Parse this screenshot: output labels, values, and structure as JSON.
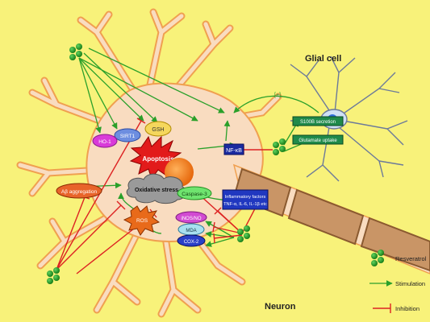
{
  "labels": {
    "glial_cell": "Glial cell",
    "neuron": "Neuron",
    "plus": "[+]",
    "nodes": {
      "gsh": "GSH",
      "sirt1": "SIRT1",
      "ho1": "HO-1",
      "apoptosis": "Apoptosis",
      "oxidative_stress": "Oxidative stress",
      "ab_aggregation": "Aβ aggregation",
      "ros": "ROS",
      "caspase3": "Caspase-3",
      "nfkb": "NF-κB",
      "inos": "iNOS/NO",
      "mda": "MDA",
      "cox2": "COX-2",
      "s100b": "S100B secretion",
      "glutamate": "Glutamate uptake",
      "inflammatory_line1": "Inflammatory factors",
      "inflammatory_line2": "TNF-α, IL-6, IL-1β etc"
    }
  },
  "legend": {
    "resveratrol": "Resveratrol",
    "stimulation": "Stimulation",
    "inhibition": "Inhibition"
  },
  "colors": {
    "background": "#f8f27a",
    "neuron_fill": "#f9dcc0",
    "neuron_outline": "#f0a050",
    "stimulation_arrow": "#2aa02a",
    "inhibition": "#dd2222",
    "resveratrol": "#1f8f1f",
    "axon": "#c99566"
  }
}
